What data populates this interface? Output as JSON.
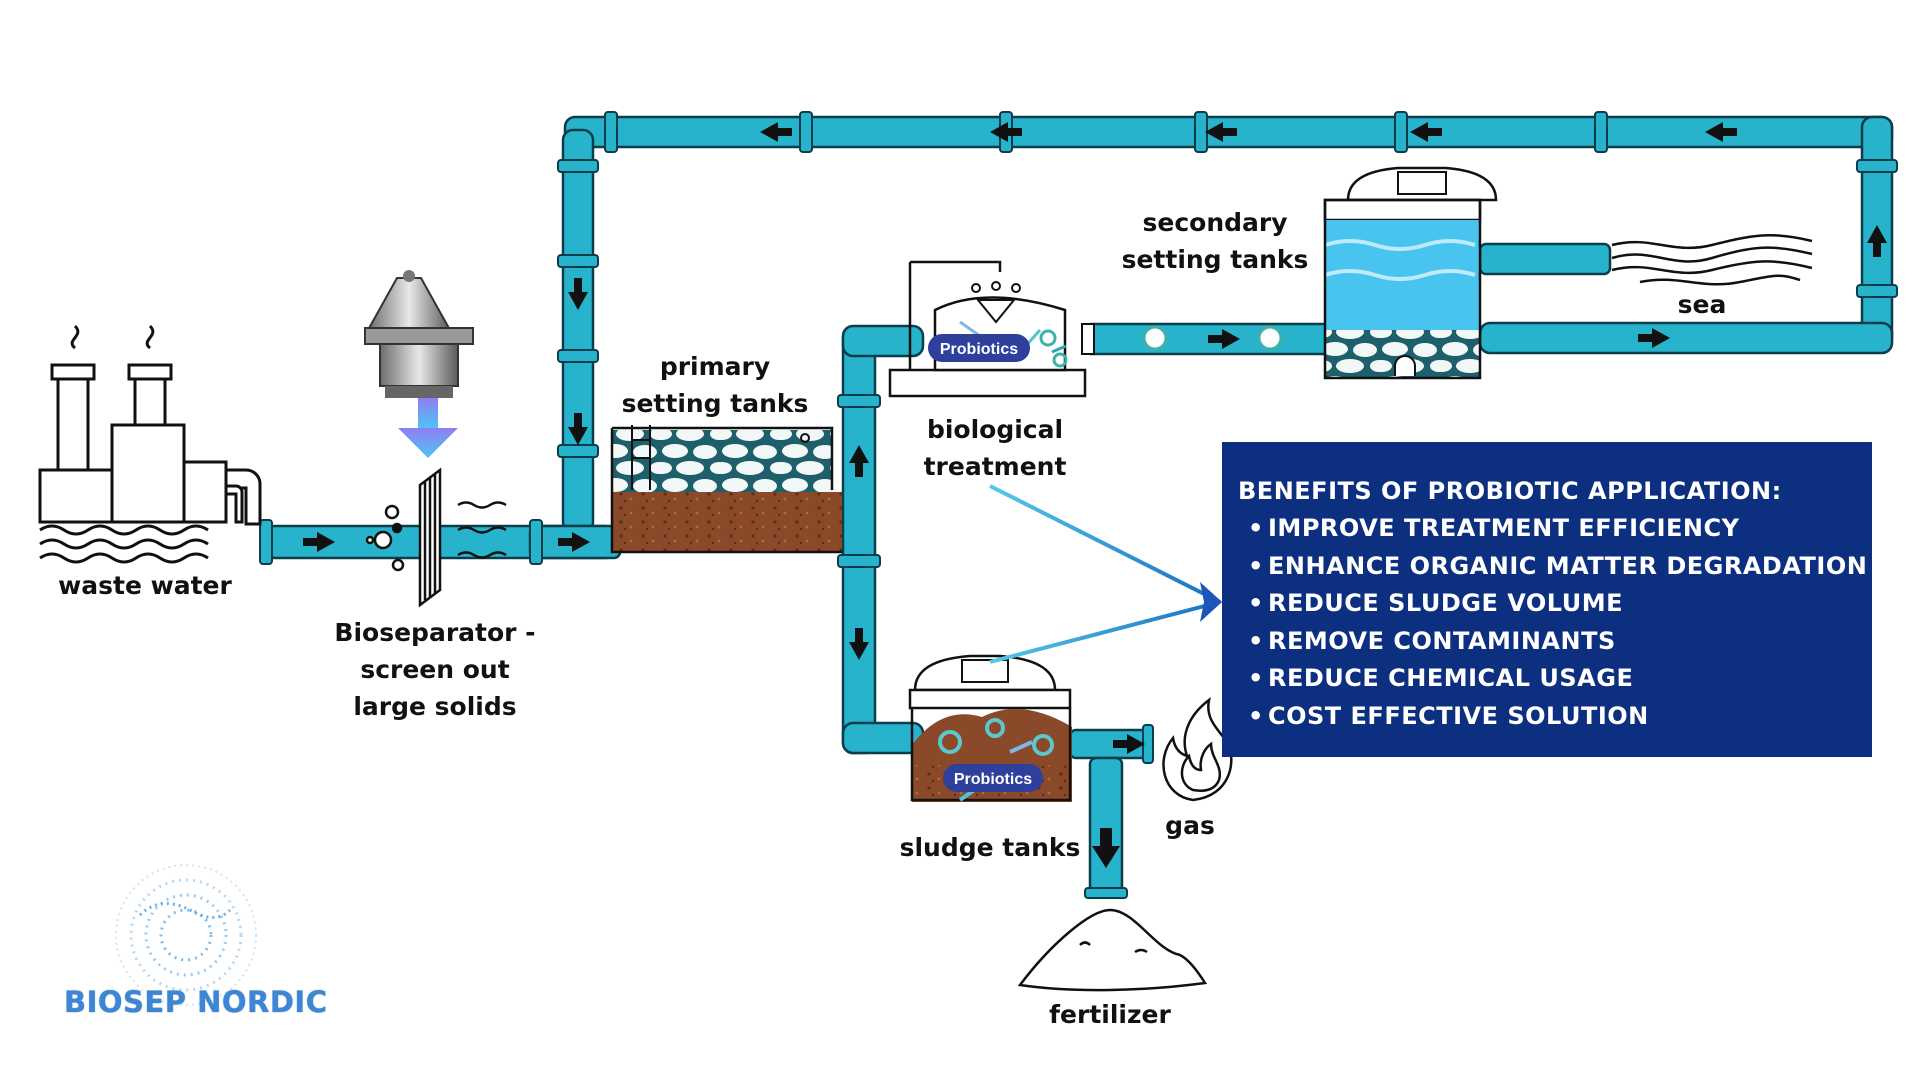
{
  "labels": {
    "waste_water": "waste water",
    "bioseparator": [
      "Bioseparator -",
      "screen out",
      "large solids"
    ],
    "primary": [
      "primary",
      "setting tanks"
    ],
    "biological": [
      "biological",
      "treatment"
    ],
    "secondary": [
      "secondary",
      "setting tanks"
    ],
    "sea": "sea",
    "sludge": "sludge tanks",
    "gas": "gas",
    "fertilizer": "fertilizer"
  },
  "badges": {
    "probiotics_bio": "Probiotics",
    "probiotics_sludge": "Probiotics"
  },
  "benefits": {
    "title": "BENEFITS OF PROBIOTIC APPLICATION:",
    "items": [
      "IMPROVE TREATMENT EFFICIENCY",
      "ENHANCE ORGANIC MATTER DEGRADATION",
      "REDUCE SLUDGE VOLUME",
      "REMOVE CONTAMINANTS",
      "REDUCE CHEMICAL USAGE",
      "COST EFFECTIVE SOLUTION"
    ]
  },
  "logo": {
    "text": "BIOSEP NORDIC"
  },
  "colors": {
    "pipe": "#27b3cc",
    "pipe_outline": "#0b3d4a",
    "panel": "#0d2f7f",
    "probiotics_badge": "#2f3f9c",
    "sludge": "#8a4a2a",
    "water": "#49c4ef",
    "logo": "#3d86d4"
  },
  "icons": [
    "factory-icon",
    "bioseparator-machine-icon",
    "screen-filter-icon",
    "flame-icon",
    "fertilizer-pile-icon",
    "sea-waves-icon",
    "bacteria-icon",
    "flow-arrow-icon"
  ]
}
